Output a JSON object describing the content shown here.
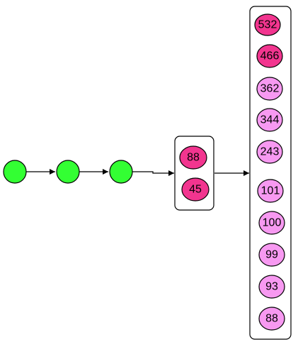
{
  "colors": {
    "chain": "#33ff33",
    "hot": "#f2358f",
    "cool": "#f799f1",
    "stroke": "#000000"
  },
  "chain": [
    {
      "id": "chain-node-1"
    },
    {
      "id": "chain-node-2"
    },
    {
      "id": "chain-node-3"
    }
  ],
  "middle_group": [
    {
      "label": "88",
      "tone": "hot"
    },
    {
      "label": "45",
      "tone": "hot"
    }
  ],
  "right_group": [
    {
      "label": "532",
      "tone": "hot"
    },
    {
      "label": "466",
      "tone": "hot"
    },
    {
      "label": "362",
      "tone": "cool"
    },
    {
      "label": "344",
      "tone": "cool"
    },
    {
      "label": "243",
      "tone": "cool"
    },
    {
      "label": "101",
      "tone": "cool"
    },
    {
      "label": "100",
      "tone": "cool"
    },
    {
      "label": "99",
      "tone": "cool"
    },
    {
      "label": "93",
      "tone": "cool"
    },
    {
      "label": "88",
      "tone": "cool"
    }
  ]
}
